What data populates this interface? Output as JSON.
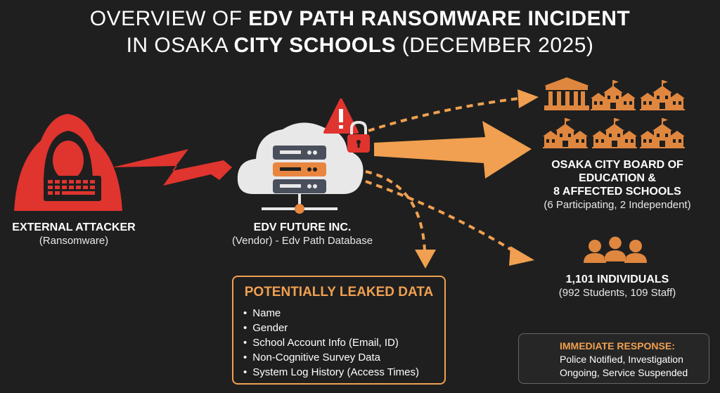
{
  "title": {
    "line1_normal": "OVERVIEW OF ",
    "line1_bold": "EDV PATH RANSOMWARE INCIDENT",
    "line2_normal_a": "IN OSAKA ",
    "line2_bold": "CITY SCHOOLS",
    "line2_normal_b": " (DECEMBER 2025)"
  },
  "attacker": {
    "name": "EXTERNAL ATTACKER",
    "sub": "(Ransomware)"
  },
  "vendor": {
    "name": "EDV FUTURE INC.",
    "sub": "(Vendor) - Edv Path Database"
  },
  "schools": {
    "line1": "OSAKA CITY BOARD OF",
    "line2": "EDUCATION &",
    "line3": "8 AFFECTED SCHOOLS",
    "sub": "(6 Participating, 2 Independent)"
  },
  "individuals": {
    "name": "1,101 INDIVIDUALS",
    "sub": "(992 Students, 109 Staff)"
  },
  "leaked": {
    "title": "POTENTIALLY LEAKED DATA",
    "items": [
      "Name",
      "Gender",
      "School Account Info (Email, ID)",
      "Non-Cognitive Survey Data",
      "System Log History (Access Times)"
    ]
  },
  "response": {
    "title": "IMMEDIATE RESPONSE:",
    "line1": "Police Notified, Investigation",
    "line2": "Ongoing, Service Suspended"
  },
  "colors": {
    "background": "#1f1f1f",
    "attacker_red": "#e0342f",
    "accent_orange": "#f0a050",
    "cloud": "#e8e8e8",
    "server_dark": "#4a4f5c"
  },
  "icons": [
    "hooded-attacker-icon",
    "lightning-bolt-icon",
    "cloud-server-icon",
    "warning-icon",
    "padlock-icon",
    "courthouse-icon",
    "school-building-icon",
    "people-group-icon",
    "shield-icon"
  ]
}
